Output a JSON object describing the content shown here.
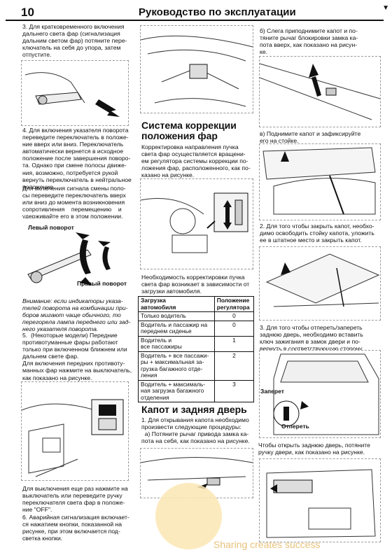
{
  "header": {
    "page_number": "10",
    "title": "Руководство по эксплуатации",
    "corner_mark": "▼"
  },
  "col1": {
    "p3": "3. Для кратковременного включения\nдальнего света фар (сигнализация\nдальним светом фар) потяните пере-\nключатель на себя до упора, затем\nотпустите.",
    "p4": "4. Для включения указателя поворота\nпереведите переключатель в положе-\nние вверх или вниз. Переключатель\nавтоматически вернется в исходное\nположение после завершения поворо-\nта. Однако при смене полосы движе-\nния, возможно, потребуется рукой\nвернуть переключатель в нейтральное\nположение.",
    "p4b": "Для включения сигнала смены поло-\nсы переведите переключатель вверх\nили вниз до момента возникновения\nсопротивления    перемещению    и\nудерживайте его в этом положении.",
    "label_left_turn": "Левый поворот",
    "label_right_turn": "Правый поворот",
    "note": "Внимание: если индикаторы указа-\nтелей поворота на комбинации при-\nборов мигают чаще обычного, то\nперегорела лампа переднего или зад-\nнего указателя поворота.",
    "p5": "5.  (Некоторые модели) Передние\nпротивотуманные фары работают\nтолько при включенном ближнем или\nдальнем свете фар.\nДля включения передних противоту-\nманных фар нажмите на выключатель,\nкак показано на рисунке.",
    "p5b": "Для выключения еще раз нажмите на\nвыключатель или переведите ручку\nпереключателя света фар в положе-\nние \"OFF\".",
    "p6": "6. Аварийная сигнализация включает-\nся нажатием кнопки, показанной на\nрисунке, при этом включается под-\nсветка кнопки."
  },
  "col2": {
    "heading1": "Система коррекции\nположения фар",
    "p1": "Корректировка направления пучка\nсвета фар осуществляется вращени-\nем регулятора системы коррекции по-\nложения фар, расположенного, как по-\nказано на рисунке.",
    "p2": "Необходимость корректировки пучка\nсвета фар возникает в зависимости от\nзагрузки автомобиля.",
    "table": {
      "headers": [
        "Загрузка\nавтомобиля",
        "Положение\nрегулятора"
      ],
      "rows": [
        [
          "Только водитель",
          "0"
        ],
        [
          "Водитель и пассажир на\nпереднем сиденье",
          "0"
        ],
        [
          "Водитель и\nвсе пассажиры",
          "1"
        ],
        [
          "Водитель + все пассажи-\nры + максимальная за-\nгрузка багажного отде-\nления",
          "2"
        ],
        [
          "Водитель + максималь-\nная загрузка багажного\nотделения",
          "3"
        ]
      ]
    },
    "heading2": "Капот и задняя дверь",
    "p3": "1. Для открывания капота необходимо\nпроизвести следующие процедуры:\n  а) Потяните рычаг привода замка ка-\nпота на себя, как показано на рисунке."
  },
  "col3": {
    "pb": "б) Слега приподнимите капот и по-\nтяните рычаг блокировки замка ка-\nпота вверх, как показано на рисун-\nке.",
    "pc": "в) Поднимите капот и зафиксируйте\nего на стойке.",
    "p2": "2. Для того чтобы закрыть капот, необхо-\nдимо освободить стойку капота, уложить\nее в штатное место и закрыть капот.",
    "p3": "3. Для того чтобы отпереть/запереть\nзаднюю дверь, необходимо вставить\nключ зажигания в замок двери и по-\nвернуть в соответствующую сторону.",
    "label_lock": "Заперет",
    "label_unlock": "Отпереть",
    "p4": "Чтобы открыть заднюю дверь, потяните\nручку двери, как показано на рисунке."
  },
  "watermark": "Sharing creates success"
}
